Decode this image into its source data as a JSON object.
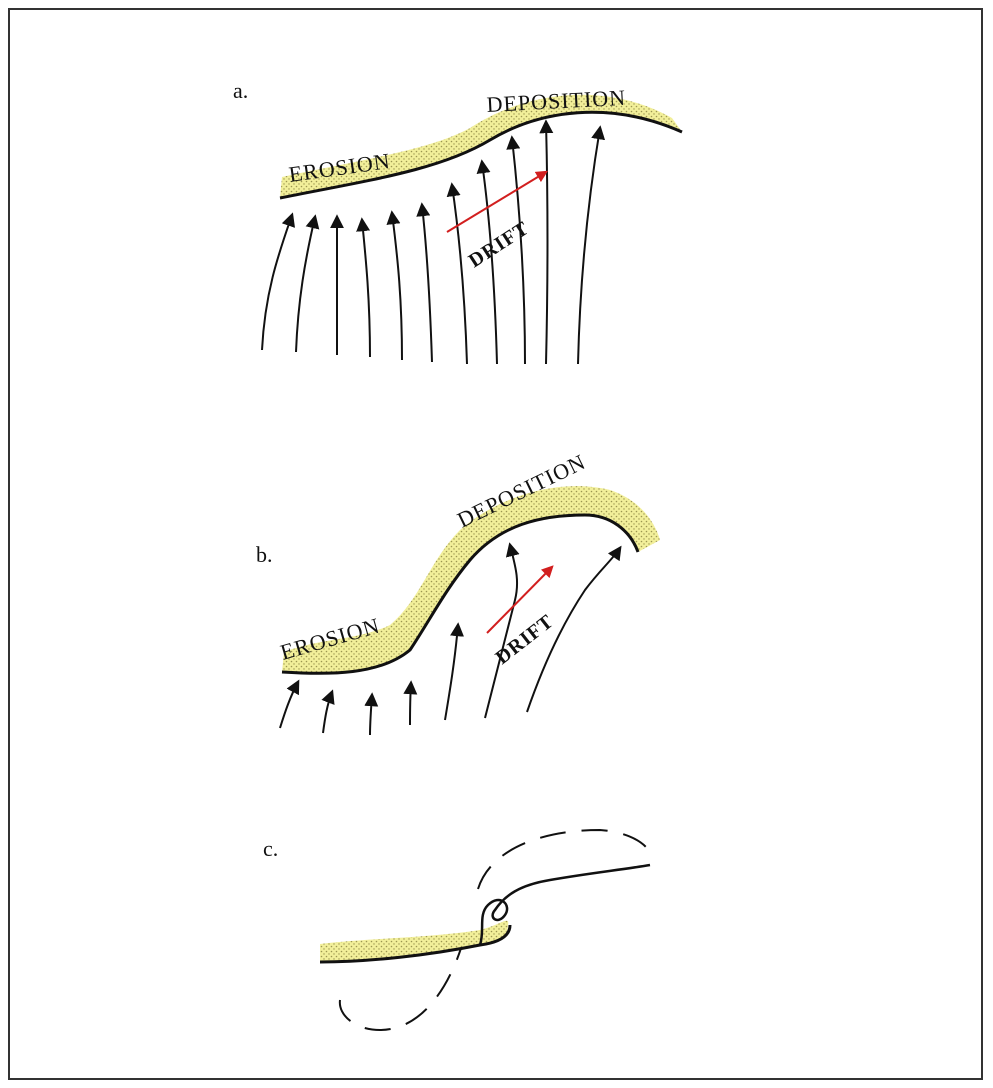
{
  "panels": {
    "a": {
      "label": "a.",
      "erosion": "EROSION",
      "deposition": "DEPOSITION",
      "drift": "DRIFT"
    },
    "b": {
      "label": "b.",
      "erosion": "EROSION",
      "deposition": "DEPOSITION",
      "drift": "DRIFT"
    },
    "c": {
      "label": "c."
    }
  },
  "colors": {
    "shore_fill": "#f2ef9a",
    "shore_dots": "#9c9650",
    "shore_line": "#111111",
    "arrow": "#111111",
    "drift_arrow": "#d21f1f"
  }
}
